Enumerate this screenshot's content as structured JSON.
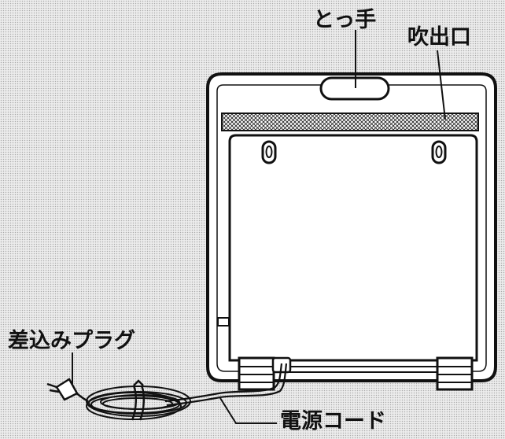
{
  "labels": {
    "handle": "とっ手",
    "outlet": "吹出口",
    "plug": "差込みプラグ",
    "cord": "電源コード"
  },
  "colors": {
    "line": "#111111",
    "body_fill": "#ffffff",
    "background": "#ececec"
  }
}
